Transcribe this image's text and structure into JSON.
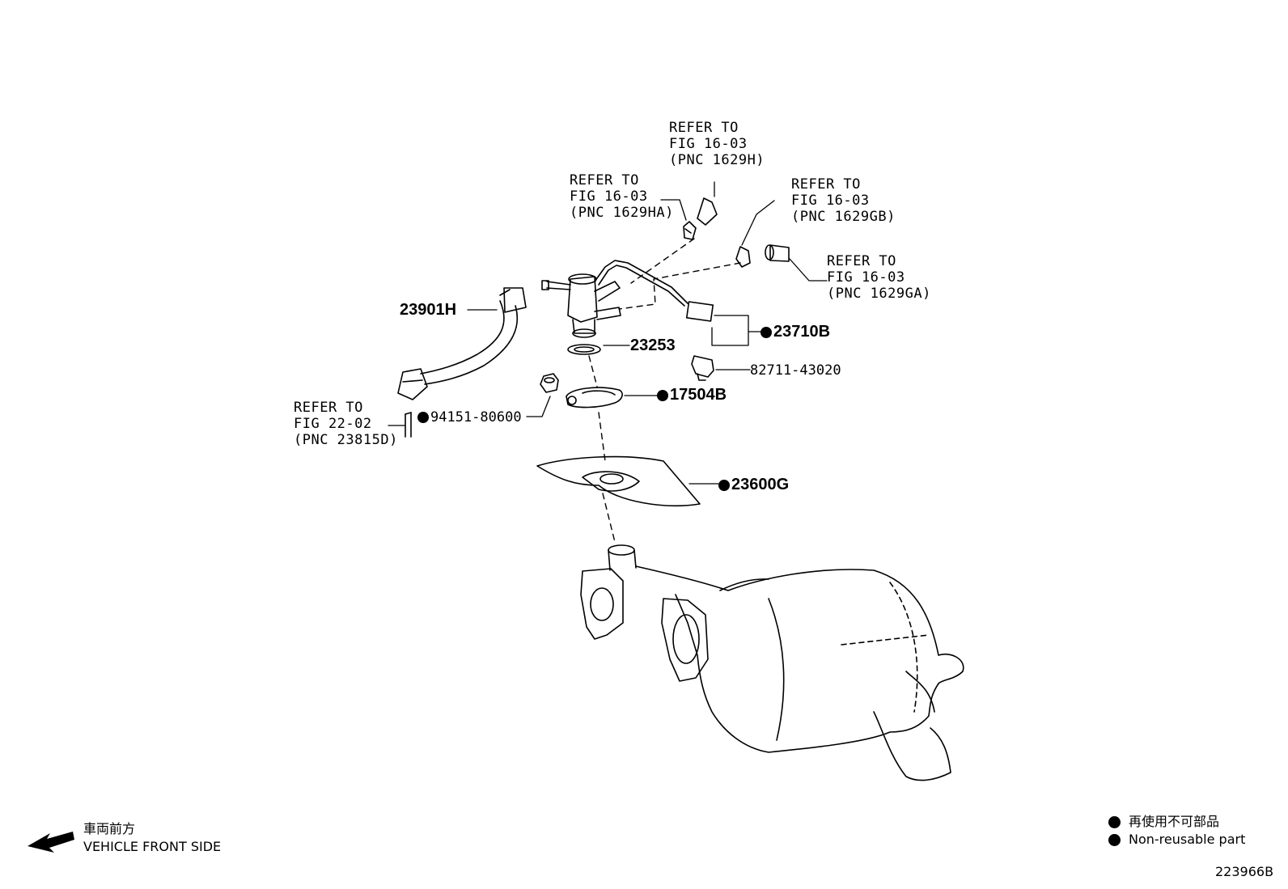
{
  "refs": {
    "r1": {
      "line1": "REFER TO",
      "line2": "FIG 16-03",
      "line3": "(PNC 1629H)"
    },
    "r2": {
      "line1": "REFER TO",
      "line2": "FIG 16-03",
      "line3": "(PNC 1629HA)"
    },
    "r3": {
      "line1": "REFER TO",
      "line2": "FIG 16-03",
      "line3": "(PNC 1629GB)"
    },
    "r4": {
      "line1": "REFER TO",
      "line2": "FIG 16-03",
      "line3": "(PNC 1629GA)"
    },
    "r5": {
      "line1": "REFER TO",
      "line2": "FIG 22-02",
      "line3": "(PNC 23815D)"
    }
  },
  "parts": {
    "p23901H": "23901H",
    "p23710B": "23710B",
    "p23253": "23253",
    "p82711": "82711-43020",
    "p17504B": "17504B",
    "p94151": "94151-80600",
    "p23600G": "23600G"
  },
  "legend": {
    "jp": "再使用不可部品",
    "en": "Non-reusable part"
  },
  "front": {
    "jp": "車両前方",
    "en": "VEHICLE FRONT SIDE"
  },
  "figure_id": "223966B"
}
